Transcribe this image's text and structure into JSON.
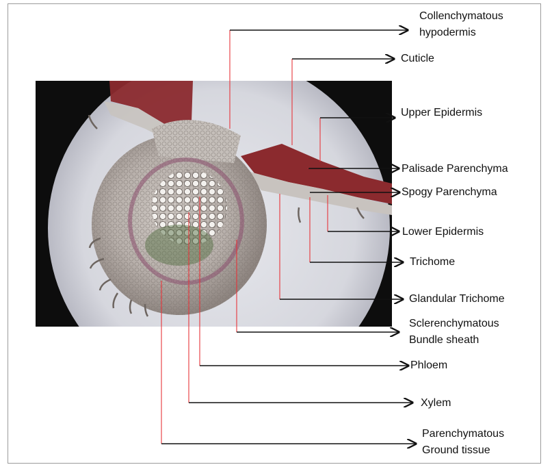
{
  "figure": {
    "description_colors": {
      "leader_line": "#e8343a",
      "arrow": "#111111",
      "photo_background": "#0d0d0d",
      "field_of_view": "#dcdde2",
      "lamina_red": "#8b2a2e"
    },
    "labels": [
      {
        "id": "collenchymatous-hypodermis",
        "lines": [
          "Collenchymatous",
          "hypodermis"
        ]
      },
      {
        "id": "cuticle",
        "lines": [
          "Cuticle"
        ]
      },
      {
        "id": "upper-epidermis",
        "lines": [
          "Upper Epidermis"
        ]
      },
      {
        "id": "palisade-parenchyma",
        "lines": [
          "Palisade Parenchyma"
        ]
      },
      {
        "id": "spogy-parenchyma",
        "lines": [
          "Spogy Parenchyma"
        ]
      },
      {
        "id": "lower-epidermis",
        "lines": [
          "Lower Epidermis"
        ]
      },
      {
        "id": "trichome",
        "lines": [
          "Trichome"
        ]
      },
      {
        "id": "glandular-trichome",
        "lines": [
          "Glandular Trichome"
        ]
      },
      {
        "id": "sclerenchymatous-bundle-sheath",
        "lines": [
          "Sclerenchymatous",
          "Bundle sheath"
        ]
      },
      {
        "id": "phloem",
        "lines": [
          "Phloem"
        ]
      },
      {
        "id": "xylem",
        "lines": [
          "Xylem"
        ]
      },
      {
        "id": "parenchymatous-ground-tissue",
        "lines": [
          "Parenchymatous",
          "Ground tissue"
        ]
      }
    ]
  }
}
